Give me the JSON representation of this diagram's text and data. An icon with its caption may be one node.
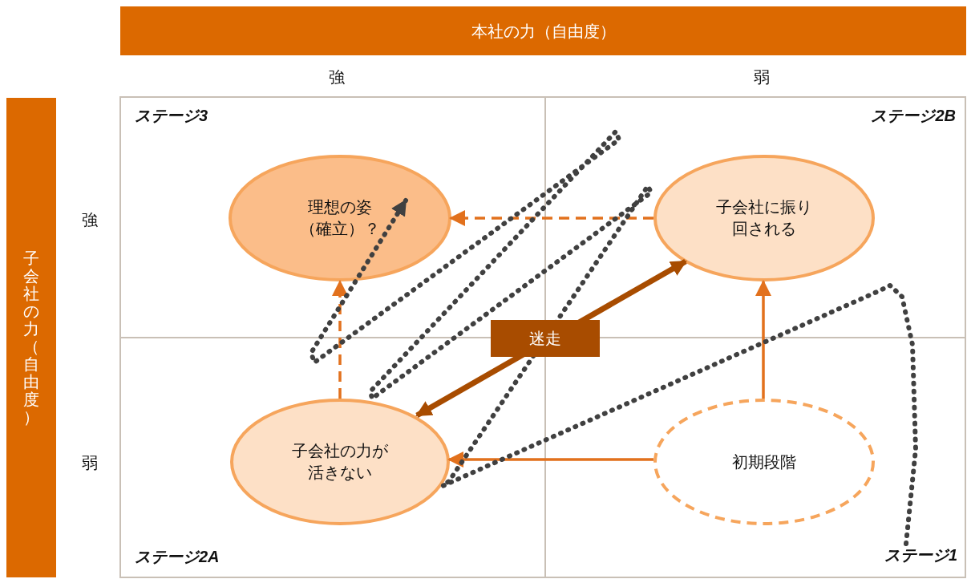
{
  "diagram": {
    "nodes": [
      {
        "text": [
          "本社の力（自由度）"
        ]
      },
      {
        "text": [
          "子会社の力（自由度）"
        ]
      },
      {
        "text": [
          "理想の姿（確立）？"
        ]
      },
      {
        "text": [
          "子会社に振り回される"
        ]
      },
      {
        "text": [
          "子会社の力が活きない"
        ]
      },
      {
        "text": [
          "初期段階"
        ]
      },
      {
        "text": [
          "ステージ1"
        ]
      }
    ],
    "edges": [
      {
        "from": 5,
        "to": 4,
        "arrow": "to"
      },
      {
        "from": 5,
        "to": 3,
        "arrow": "to"
      },
      {
        "from": 3,
        "to": 2,
        "arrow": "to",
        "style": "dashed"
      },
      {
        "from": 4,
        "to": 2,
        "arrow": "to",
        "style": "dashed"
      },
      {
        "from": 4,
        "to": 3,
        "arrow": "both",
        "style": "thick",
        "label": "迷走",
        "color": "#a84c00"
      },
      {
        "from": 6,
        "to": 2,
        "arrow": "to",
        "style": "dashed",
        "color": "#404040"
      }
    ],
    "labels": [
      "強",
      "弱",
      "ステージ3",
      "ステージ2B",
      "強",
      "弱",
      "ステージ2A"
    ]
  }
}
